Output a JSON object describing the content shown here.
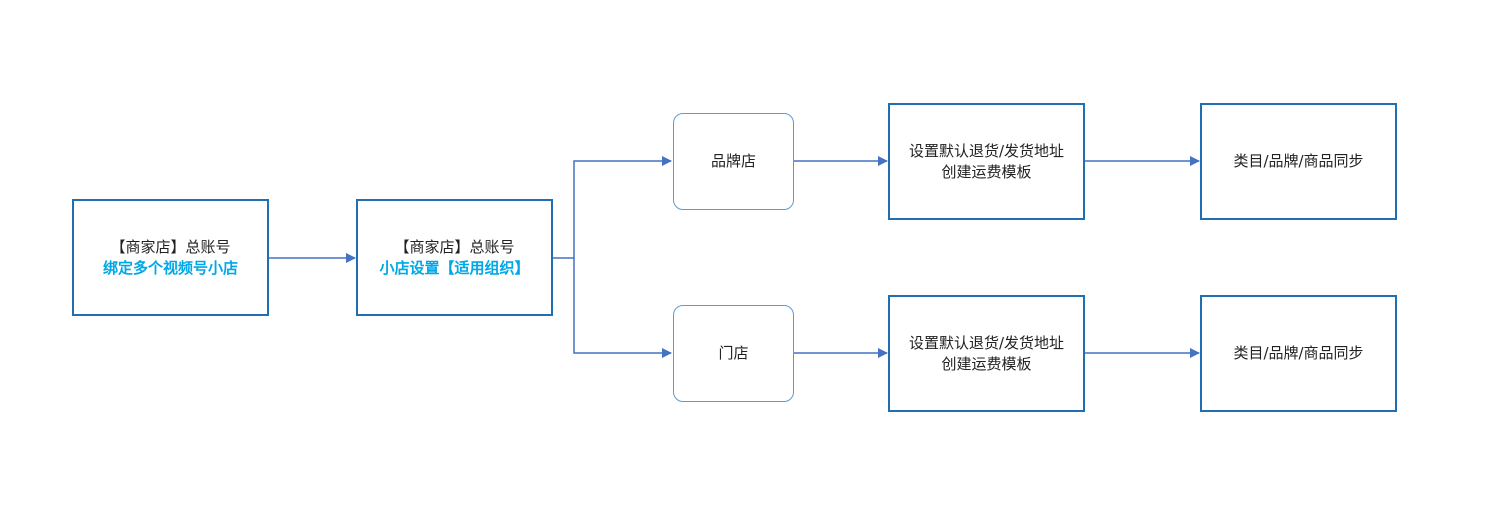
{
  "colors": {
    "box_border": "#1f6fb2",
    "rounded_border": "#5b9bd5",
    "arrow": "#4472c4",
    "highlight_text": "#00a8e8"
  },
  "nodes": {
    "account": {
      "line1": "【商家店】总账号",
      "line2": "绑定多个视频号小店"
    },
    "shop_settings": {
      "line1": "【商家店】总账号",
      "line2": "小店设置【适用组织】"
    },
    "brand_store": {
      "label": "品牌店"
    },
    "retail_store": {
      "label": "门店"
    },
    "brand_config": {
      "line1": "设置默认退货/发货地址",
      "line2": "创建运费模板"
    },
    "retail_config": {
      "line1": "设置默认退货/发货地址",
      "line2": "创建运费模板"
    },
    "brand_sync": {
      "label": "类目/品牌/商品同步"
    },
    "retail_sync": {
      "label": "类目/品牌/商品同步"
    }
  }
}
